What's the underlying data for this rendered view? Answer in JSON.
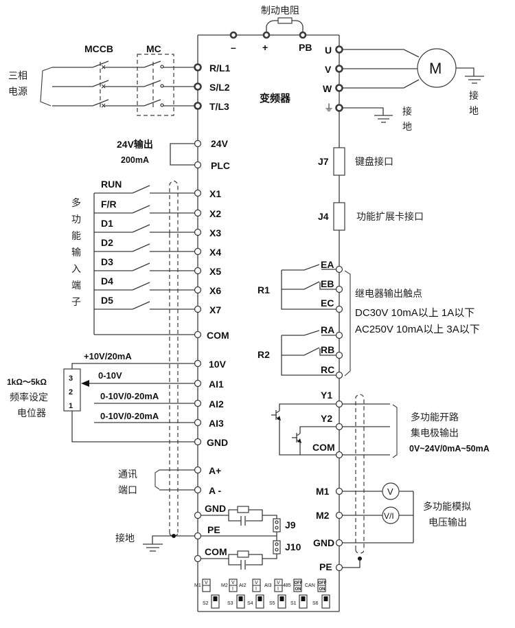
{
  "title": "变频器",
  "brake": {
    "label": "制动电阻",
    "terminals": [
      "–",
      "+",
      "PB"
    ]
  },
  "power_input": {
    "source_label": [
      "三相",
      "电源"
    ],
    "breaker_label": "MCCB",
    "contactor_label": "MC",
    "terminals": [
      "R/L1",
      "S/L2",
      "T/L3"
    ]
  },
  "motor_output": {
    "terminals": [
      "U",
      "V",
      "W",
      "⏚"
    ],
    "motor_label": "M",
    "ground_label_motor": [
      "接",
      "地"
    ],
    "ground_label_drive": [
      "接",
      "地"
    ]
  },
  "supply_24v": {
    "label": "24V输出",
    "current": "200mA",
    "terminals": [
      "24V",
      "PLC"
    ]
  },
  "digital_inputs": {
    "group_label": [
      "多",
      "功",
      "能",
      "输",
      "入",
      "端",
      "子"
    ],
    "switches": [
      "RUN",
      "F/R",
      "D1",
      "D2",
      "D3",
      "D4",
      "D5"
    ],
    "terminals": [
      "X1",
      "X2",
      "X3",
      "X4",
      "X5",
      "X6",
      "X7",
      "COM"
    ]
  },
  "analog_inputs": {
    "pot_range": "1kΩ～5kΩ",
    "pot_label": [
      "频率设定",
      "电位器"
    ],
    "pot_pins": [
      "3",
      "2",
      "1"
    ],
    "signals": [
      "+10V/20mA",
      "0-10V",
      "0-10V/0-20mA",
      "0-10V/0-20mA"
    ],
    "terminals": [
      "10V",
      "AI1",
      "AI2",
      "AI3",
      "GND"
    ]
  },
  "comm": {
    "label": [
      "通讯",
      "端口"
    ],
    "terminals": [
      "A+",
      "A -"
    ]
  },
  "grounding": {
    "terminals": [
      "GND",
      "PE",
      "COM"
    ],
    "jumpers": [
      "J9",
      "J10"
    ],
    "ground_label": "接地"
  },
  "interfaces": [
    {
      "id": "J7",
      "label": "键盘接口"
    },
    {
      "id": "J4",
      "label": "功能扩展卡接口"
    }
  ],
  "relays": {
    "r1": {
      "label": "R1",
      "terminals": [
        "EA",
        "EB",
        "EC"
      ]
    },
    "r2": {
      "label": "R2",
      "terminals": [
        "RA",
        "RB",
        "RC"
      ]
    },
    "desc": "继电器输出触点",
    "spec_dc": "DC30V  10mA以上  1A以下",
    "spec_ac": "AC250V 10mA以上  3A以下"
  },
  "open_collector": {
    "terminals": [
      "Y1",
      "Y2",
      "COM"
    ],
    "label": [
      "多功能开路",
      "集电极输出"
    ],
    "spec": "0V~24V/0mA~50mA"
  },
  "analog_outputs": {
    "terminals": [
      "M1",
      "M2",
      "GND",
      "PE"
    ],
    "meters": [
      "V",
      "V/I"
    ],
    "label": [
      "多功能模拟",
      "电压输出"
    ]
  },
  "dip_switches": {
    "row1": [
      {
        "name": "M1",
        "top": "V",
        "bottom": ""
      },
      {
        "name": "M2",
        "top": "V",
        "bottom": "I"
      },
      {
        "name": "AI2",
        "top": "V",
        "bottom": "I"
      },
      {
        "name": "AI3",
        "top": "V",
        "bottom": "I"
      },
      {
        "name": "485",
        "top": "OFF",
        "bottom": "ON"
      },
      {
        "name": "CAN",
        "top": "OFF",
        "bottom": "ON"
      }
    ],
    "row2": [
      "S2",
      "S3",
      "S4",
      "S5",
      "S1",
      "S6"
    ]
  }
}
